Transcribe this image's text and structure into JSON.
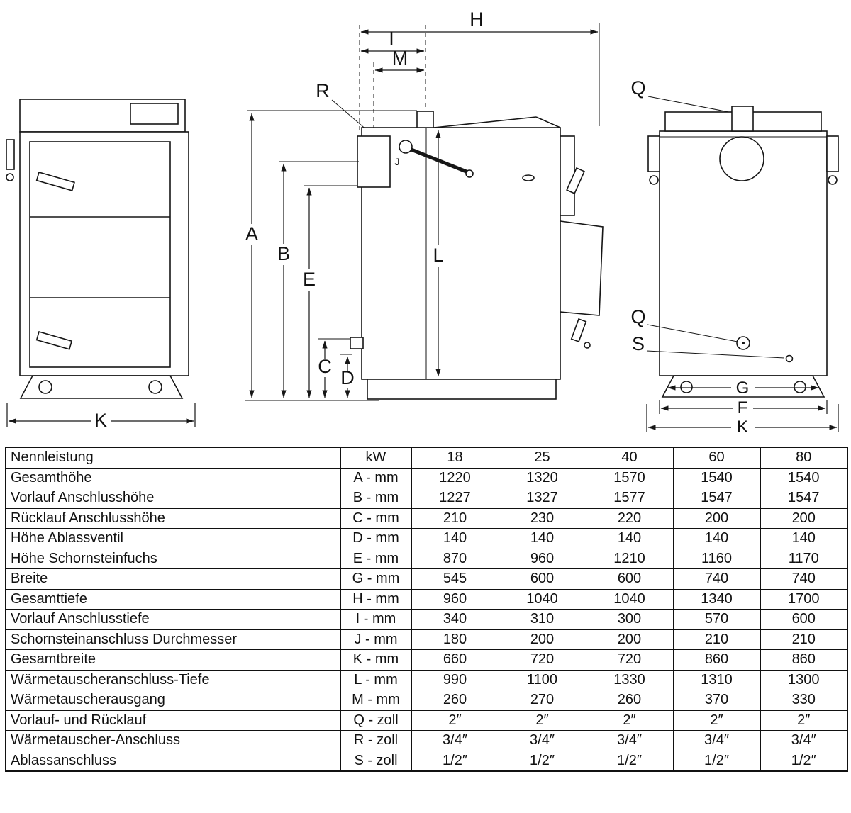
{
  "diagram": {
    "labels": {
      "H": "H",
      "I": "I",
      "M": "M",
      "R": "R",
      "J": "J",
      "A": "A",
      "B": "B",
      "E": "E",
      "L": "L",
      "C": "C",
      "D": "D",
      "K_front": "K",
      "Q_top": "Q",
      "Q_side": "Q",
      "S": "S",
      "G": "G",
      "F": "F",
      "K_back": "K"
    },
    "stroke_color": "#161616"
  },
  "table": {
    "header": {
      "name": "Nennleistung",
      "unit": "kW",
      "columns": [
        "18",
        "25",
        "40",
        "60",
        "80"
      ]
    },
    "rows": [
      {
        "name": "Gesamthöhe",
        "dim": "A - mm",
        "values": [
          "1220",
          "1320",
          "1570",
          "1540",
          "1540"
        ]
      },
      {
        "name": "Vorlauf Anschlusshöhe",
        "dim": "B - mm",
        "values": [
          "1227",
          "1327",
          "1577",
          "1547",
          "1547"
        ]
      },
      {
        "name": "Rücklauf Anschlusshöhe",
        "dim": "C - mm",
        "values": [
          "210",
          "230",
          "220",
          "200",
          "200"
        ]
      },
      {
        "name": "Höhe Ablassventil",
        "dim": "D - mm",
        "values": [
          "140",
          "140",
          "140",
          "140",
          "140"
        ]
      },
      {
        "name": "Höhe Schornsteinfuchs",
        "dim": "E - mm",
        "values": [
          "870",
          "960",
          "1210",
          "1160",
          "1170"
        ]
      },
      {
        "name": "Breite",
        "dim": "G - mm",
        "values": [
          "545",
          "600",
          "600",
          "740",
          "740"
        ]
      },
      {
        "name": "Gesamttiefe",
        "dim": "H - mm",
        "values": [
          "960",
          "1040",
          "1040",
          "1340",
          "1700"
        ]
      },
      {
        "name": "Vorlauf Anschlusstiefe",
        "dim": "I - mm",
        "values": [
          "340",
          "310",
          "300",
          "570",
          "600"
        ]
      },
      {
        "name": "Schornsteinanschluss Durchmesser",
        "dim": "J - mm",
        "values": [
          "180",
          "200",
          "200",
          "210",
          "210"
        ]
      },
      {
        "name": "Gesamtbreite",
        "dim": "K - mm",
        "values": [
          "660",
          "720",
          "720",
          "860",
          "860"
        ]
      },
      {
        "name": "Wärmetauscheranschluss-Tiefe",
        "dim": "L - mm",
        "values": [
          "990",
          "1100",
          "1330",
          "1310",
          "1300"
        ]
      },
      {
        "name": "Wärmetauscherausgang",
        "dim": "M - mm",
        "values": [
          "260",
          "270",
          "260",
          "370",
          "330"
        ]
      },
      {
        "name": "Vorlauf- und Rücklauf",
        "dim": "Q - zoll",
        "values": [
          "2″",
          "2″",
          "2″",
          "2″",
          "2″"
        ]
      },
      {
        "name": "Wärmetauscher-Anschluss",
        "dim": "R - zoll",
        "values": [
          "3/4″",
          "3/4″",
          "3/4″",
          "3/4″",
          "3/4″"
        ]
      },
      {
        "name": "Ablassanschluss",
        "dim": "S - zoll",
        "values": [
          "1/2″",
          "1/2″",
          "1/2″",
          "1/2″",
          "1/2″"
        ]
      }
    ]
  }
}
